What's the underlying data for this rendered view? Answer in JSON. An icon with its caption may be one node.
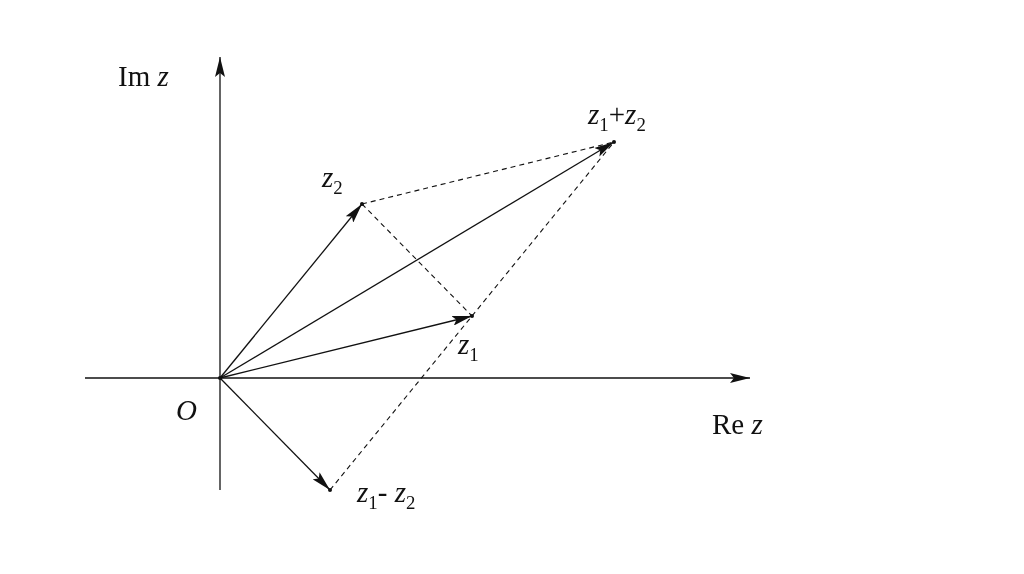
{
  "diagram": {
    "nodes": [
      {
        "text": [],
        "shape": "point",
        "beside": [
          "O"
        ]
      },
      {
        "text": [],
        "shape": "point",
        "beside": [
          "*z*$_{1}$"
        ]
      },
      {
        "text": [],
        "shape": "point",
        "beside": [
          "*z*$_{2}$"
        ]
      },
      {
        "text": [],
        "shape": "point",
        "beside": [
          "*z*$_{1}$+*z*$_{2}$"
        ]
      },
      {
        "text": [],
        "shape": "point",
        "beside": [
          "*z*$_{1}$- *z*$_{2}$"
        ]
      }
    ],
    "edges": [
      {
        "from": 0,
        "to": 1,
        "arrow": "to"
      },
      {
        "from": 0,
        "to": 2,
        "arrow": "to"
      },
      {
        "from": 0,
        "to": 3,
        "arrow": "to"
      },
      {
        "from": 0,
        "to": 4,
        "arrow": "to"
      },
      {
        "from": 2,
        "to": 3,
        "arrow": "none",
        "style": "dashed"
      },
      {
        "from": 2,
        "to": 1,
        "arrow": "none",
        "style": "dashed"
      },
      {
        "from": 4,
        "to": 1,
        "arrow": "none",
        "style": "dashed"
      },
      {
        "from": 1,
        "to": 3,
        "arrow": "none",
        "style": "dashed"
      }
    ],
    "labels": [
      "Im *z*",
      "Re *z*"
    ]
  }
}
